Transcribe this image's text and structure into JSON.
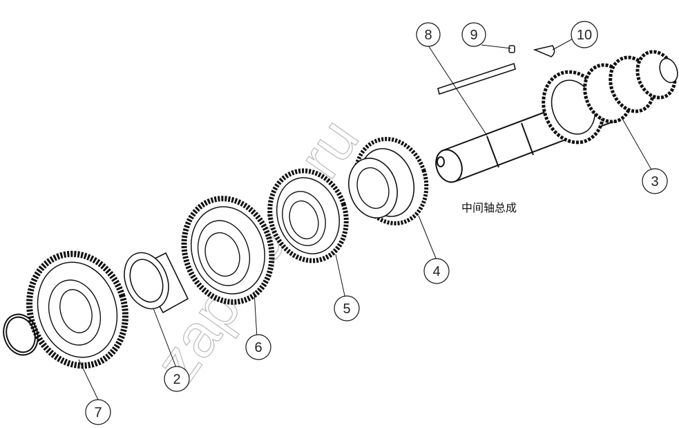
{
  "diagram": {
    "caption": "中间轴总成",
    "watermark": "zap-kam.ru",
    "callouts": [
      "2",
      "3",
      "4",
      "5",
      "6",
      "7",
      "8",
      "9",
      "10"
    ]
  },
  "colors": {
    "line": "#111111",
    "watermark": "#b9b9b9"
  }
}
